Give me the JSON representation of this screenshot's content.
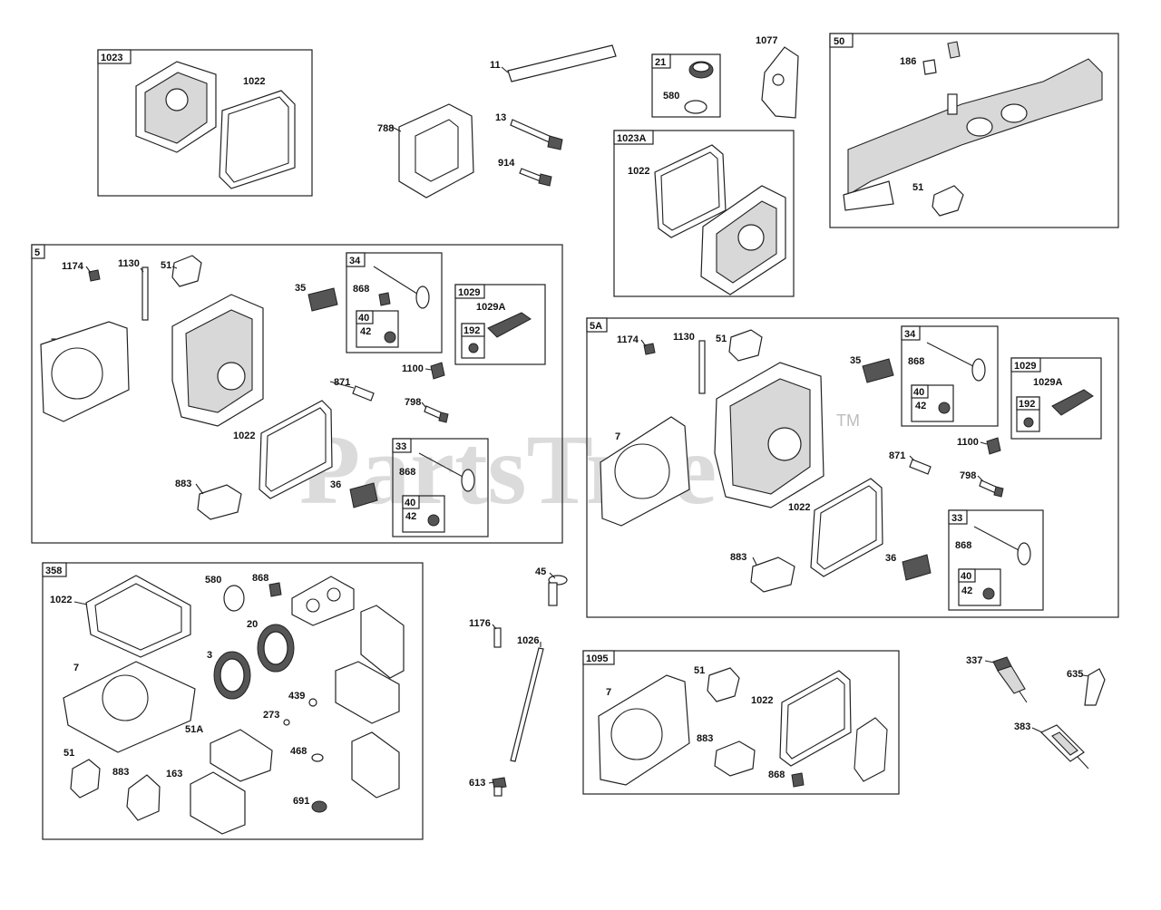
{
  "watermark": {
    "text": "PartsTree",
    "tm": "TM"
  },
  "groups": {
    "g1023": "1023",
    "g1023A": "1023A",
    "g50": "50",
    "g5": "5",
    "g5A": "5A",
    "g34": "34",
    "g34b": "34",
    "g1029": "1029",
    "g1029b": "1029",
    "g40a": "40",
    "g40b": "40",
    "g40c": "40",
    "g40d": "40",
    "g33": "33",
    "g33b": "33",
    "g192": "192",
    "g192b": "192",
    "g21": "21",
    "g358": "358",
    "g1095": "1095"
  },
  "labels": {
    "l1022a": "1022",
    "l11": "11",
    "l788": "788",
    "l13": "13",
    "l914": "914",
    "l580a": "580",
    "l1077": "1077",
    "l186": "186",
    "l51a": "51",
    "l1022b": "1022",
    "l1174a": "1174",
    "l1130a": "1130",
    "l51b": "51",
    "l7a": "7",
    "l35a": "35",
    "l868a": "868",
    "l42a": "42",
    "l1029Aa": "1029A",
    "l1100a": "1100",
    "l871a": "871",
    "l798a": "798",
    "l1022c": "1022",
    "l868b": "868",
    "l42b": "42",
    "l883a": "883",
    "l36a": "36",
    "l1174b": "1174",
    "l1130b": "1130",
    "l51c": "51",
    "l35b": "35",
    "l868c": "868",
    "l42c": "42",
    "l1029Ab": "1029A",
    "l7b": "7",
    "l1100b": "1100",
    "l871b": "871",
    "l798b": "798",
    "l1022d": "1022",
    "l883b": "883",
    "l36b": "36",
    "l868d": "868",
    "l42d": "42",
    "l1022e": "1022",
    "l580b": "580",
    "l868e": "868",
    "l20": "20",
    "l3": "3",
    "l7c": "7",
    "l439": "439",
    "l273": "273",
    "l51A": "51A",
    "l468": "468",
    "l51d": "51",
    "l883c": "883",
    "l163": "163",
    "l691": "691",
    "l45": "45",
    "l1176": "1176",
    "l1026": "1026",
    "l613": "613",
    "l7d": "7",
    "l51e": "51",
    "l1022f": "1022",
    "l883d": "883",
    "l868f": "868",
    "l337": "337",
    "l635": "635",
    "l383": "383"
  }
}
